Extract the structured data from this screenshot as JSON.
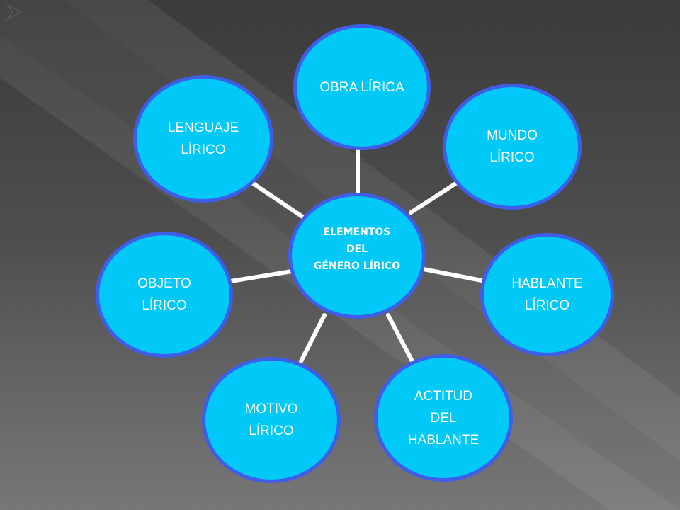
{
  "diagram": {
    "center": {
      "label": "ELEMENTOS\nDEL\nGÉNERO LÍRICO"
    },
    "nodes": [
      {
        "id": "obra-lirica",
        "label": "OBRA LÍRICA"
      },
      {
        "id": "mundo-lirico",
        "label": "MUNDO\nLÍRICO"
      },
      {
        "id": "hablante-lirico",
        "label": "HABLANTE\nLÍRICO"
      },
      {
        "id": "actitud-del-hablante",
        "label": "ACTITUD\nDEL\nHABLANTE"
      },
      {
        "id": "motivo-lirico",
        "label": "MOTIVO\nLÍRICO"
      },
      {
        "id": "objeto-lirico",
        "label": "OBJETO\nLÍRICO"
      },
      {
        "id": "lenguaje-lirico",
        "label": "LENGUAJE\nLÍRICO"
      }
    ]
  },
  "colors": {
    "node_fill": "#00c8f7",
    "node_border": "#3f5ee8",
    "text": "#ffffff",
    "connector": "#ffffff"
  }
}
